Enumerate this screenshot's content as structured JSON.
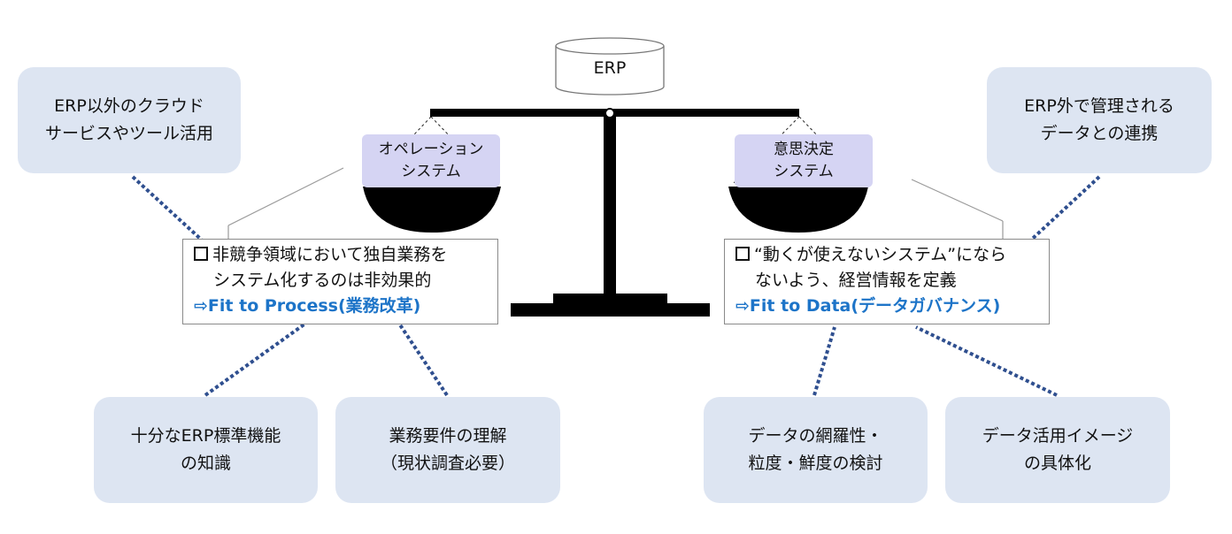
{
  "erp": {
    "label": "ERP"
  },
  "tags": {
    "left": {
      "line1": "オペレーション",
      "line2": "システム"
    },
    "right": {
      "line1": "意思決定",
      "line2": "システム"
    }
  },
  "notes": {
    "left": {
      "line1": "非競争領域において独自業務を",
      "line2": "システム化するのは非効果的",
      "fit": "⇨Fit to Process(業務改革)"
    },
    "right": {
      "line1": "“動くが使えないシステム”になら",
      "line2": "ないよう、経営情報を定義",
      "fit": "⇨Fit to Data(データガバナンス)"
    }
  },
  "bubbles": {
    "top_left": {
      "line1": "ERP以外のクラウド",
      "line2": "サービスやツール活用"
    },
    "top_right": {
      "line1": "ERP外で管理される",
      "line2": "データとの連携"
    },
    "bottom_1": {
      "line1": "十分なERP標準機能",
      "line2": "の知識"
    },
    "bottom_2": {
      "line1": "業務要件の理解",
      "line2": "（現状調査必要）"
    },
    "bottom_3": {
      "line1": "データの網羅性・",
      "line2": "粒度・鮮度の検討"
    },
    "bottom_4": {
      "line1": "データ活用イメージ",
      "line2": "の具体化"
    }
  },
  "colors": {
    "bubble_fill": "#dde5f2",
    "tag_fill": "#d5d4f3",
    "fit_text": "#1d74c8",
    "dotted_connector": "#2f4f8f",
    "scale": "#000000"
  }
}
